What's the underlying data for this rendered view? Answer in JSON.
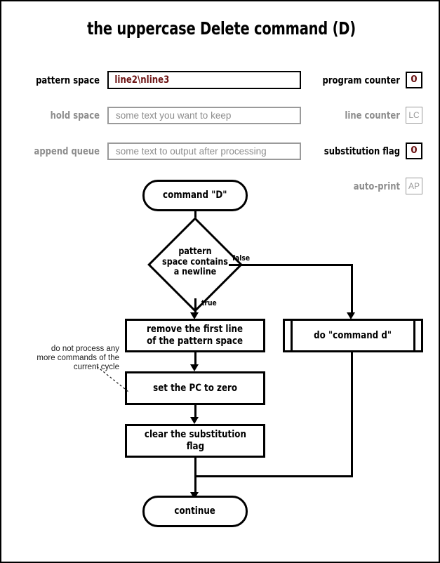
{
  "page": {
    "title": "the uppercase Delete command (D)",
    "bg": "#ffffff",
    "ink": "#000000",
    "active_value_color": "#6d1414",
    "muted_color": "#8d8d8d"
  },
  "registers": {
    "left": [
      {
        "label": "pattern space",
        "value": "line2\\nline3",
        "placeholder": "",
        "active": true
      },
      {
        "label": "hold space",
        "value": "",
        "placeholder": "some text you want to keep",
        "active": false
      },
      {
        "label": "append queue",
        "value": "",
        "placeholder": "some text to output after processing",
        "active": false
      }
    ],
    "right": [
      {
        "label": "program counter",
        "value": "0",
        "active": true
      },
      {
        "label": "line counter",
        "value": "LC",
        "active": false
      },
      {
        "label": "substitution flag",
        "value": "0",
        "active": true
      },
      {
        "label": "auto-print",
        "value": "AP",
        "active": false
      }
    ]
  },
  "flowchart": {
    "type": "flowchart",
    "start": {
      "label": "command \"D\"",
      "shape": "terminator"
    },
    "decision": {
      "label": "pattern\nspace contains\na newline",
      "shape": "diamond",
      "true_label": "true",
      "false_label": "false"
    },
    "true_branch": [
      {
        "label": "remove the first line\nof the pattern space",
        "shape": "process"
      },
      {
        "label": "set the PC to zero",
        "shape": "process"
      },
      {
        "label": "clear the substitution\nflag",
        "shape": "process"
      }
    ],
    "false_branch": [
      {
        "label": "do \"command d\"",
        "shape": "subroutine"
      }
    ],
    "end": {
      "label": "continue",
      "shape": "terminator"
    },
    "annotation": "do not process any\nmore commands of the\ncurrent cycle"
  }
}
